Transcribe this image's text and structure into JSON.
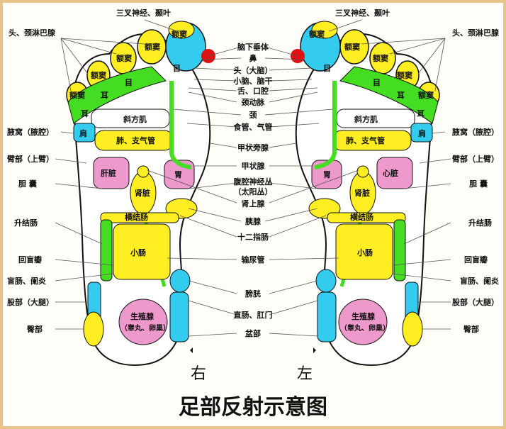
{
  "title": "足部反射示意图",
  "feet": {
    "right": "右",
    "left": "左"
  },
  "left_labels": {
    "trigeminal": "三叉神经、颞叶",
    "lymph": "头、颈淋巴腺",
    "axilla": "腋窝（腋腔）",
    "arm": "臂部（上臂）",
    "gallbladder": "胆 囊",
    "ascending": "升结肠",
    "ileocecal": "回盲瓣",
    "appendix": "盲肠、阑炎",
    "thigh": "股部（大腿）",
    "buttock": "臀部"
  },
  "right_labels": {
    "trigeminal": "三叉神经、颞叶",
    "lymph": "头、颈淋巴腺",
    "axilla": "腋窝（腋腔）",
    "arm": "臂部（上臂）",
    "gallbladder": "胆 囊",
    "ascending": "升结肠",
    "ileocecal": "回盲瓣",
    "appendix": "盲肠、阑炎",
    "thigh": "股部（大腿）",
    "buttock": "臀部"
  },
  "center_labels": {
    "pituitary": "脑下垂体",
    "nose": "鼻",
    "head": "头（大脑）",
    "cerebellum": "小脑、脑干",
    "tongue": "舌、口腔",
    "carotid": "颈动脉",
    "neck": "颈",
    "esophagus": "食管、气管",
    "parathyroid": "甲状旁腺",
    "thyroid": "甲状腺",
    "celiac": "腹腔神经丛",
    "celiac2": "（太阳丛）",
    "adrenal": "肾上腺",
    "pancreas": "胰腺",
    "duodenum": "十二指肠",
    "ureter": "输尿管",
    "bladder": "膀胱",
    "rectum": "直肠、肛门",
    "pelvis": "盆部"
  },
  "zone_labels": {
    "sinus": "额窦",
    "eye": "目",
    "ear": "耳",
    "trapezius": "斜方肌",
    "shoulder": "肩",
    "lung": "肺、支气管",
    "liver": "肝脏",
    "heart": "心脏",
    "stomach": "胃",
    "kidney": "肾脏",
    "transverse": "横结肠",
    "small_intestine": "小肠",
    "reproductive": "生殖腺",
    "reproductive2": "（睾丸、卵巢）"
  },
  "colors": {
    "cyan": "#33ccee",
    "yellow": "#ffee22",
    "green": "#44dd22",
    "pink": "#ee99cc",
    "red": "#dd1111",
    "orange_border": "#e8c48a"
  }
}
